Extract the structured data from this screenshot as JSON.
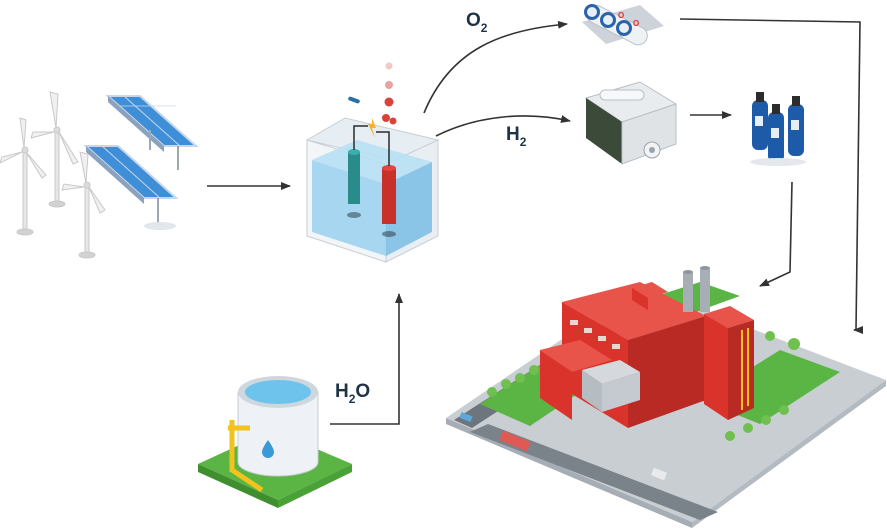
{
  "labels": {
    "o2": {
      "main": "O",
      "sub": "2"
    },
    "h2": {
      "main": "H",
      "sub": "2"
    },
    "h2o": {
      "main": "H",
      "sub": "2",
      "tail": "O"
    }
  },
  "colors": {
    "arrow": "#333333",
    "water": "#9fd3ee",
    "factory_red": "#d9332b",
    "gas_blue": "#1d5ba8",
    "grass": "#5bb544",
    "solar": "#3f8fd8"
  },
  "icons": [
    "wind-turbines-icon",
    "solar-panels-icon",
    "electrolyzer-icon",
    "oxygen-tanks-icon",
    "hydrogen-compressor-icon",
    "hydrogen-cylinders-icon",
    "water-tank-icon",
    "power-plant-icon"
  ]
}
